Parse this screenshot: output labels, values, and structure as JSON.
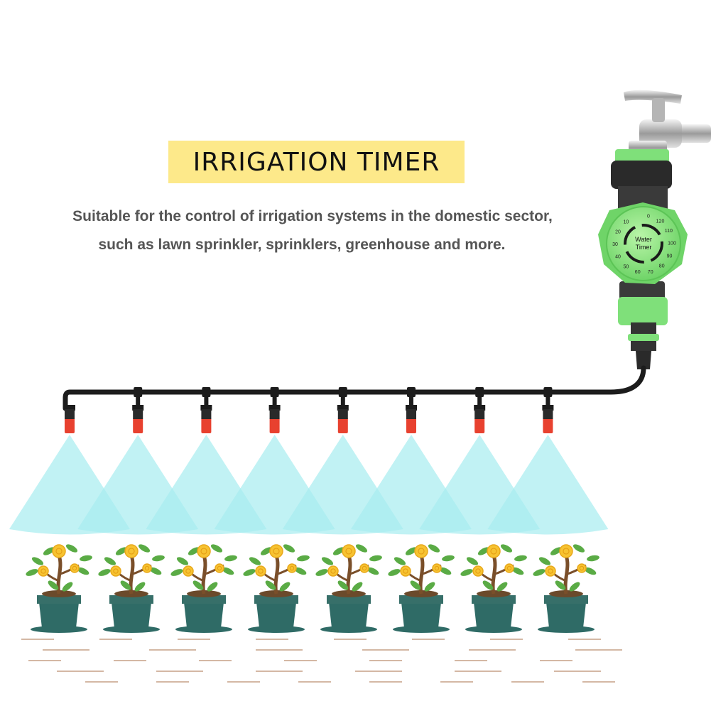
{
  "heading": "IRRIGATION TIMER",
  "description": {
    "line1": "Suitable for the control of irrigation systems in the domestic sector,",
    "line2": "such as lawn sprinkler, sprinklers, greenhouse and more."
  },
  "timer": {
    "label_line1": "Water",
    "label_line2": "Timer",
    "dial_labels": [
      "0",
      "120",
      "110",
      "100",
      "90",
      "80",
      "70",
      "60",
      "50",
      "40",
      "30",
      "20",
      "10"
    ]
  },
  "colors": {
    "highlight": "#fde98a",
    "timer_green": "#7fe07a",
    "nozzle_red": "#e8412f",
    "spray_blue": "#a6ecf0",
    "pot_teal": "#2f6b66"
  },
  "icons": [
    "faucet-icon",
    "water-timer-icon",
    "sprinkler-nozzle-icon",
    "plant-pot-icon",
    "coin-icon"
  ],
  "sprinkler_count": 8,
  "plant_count": 8
}
